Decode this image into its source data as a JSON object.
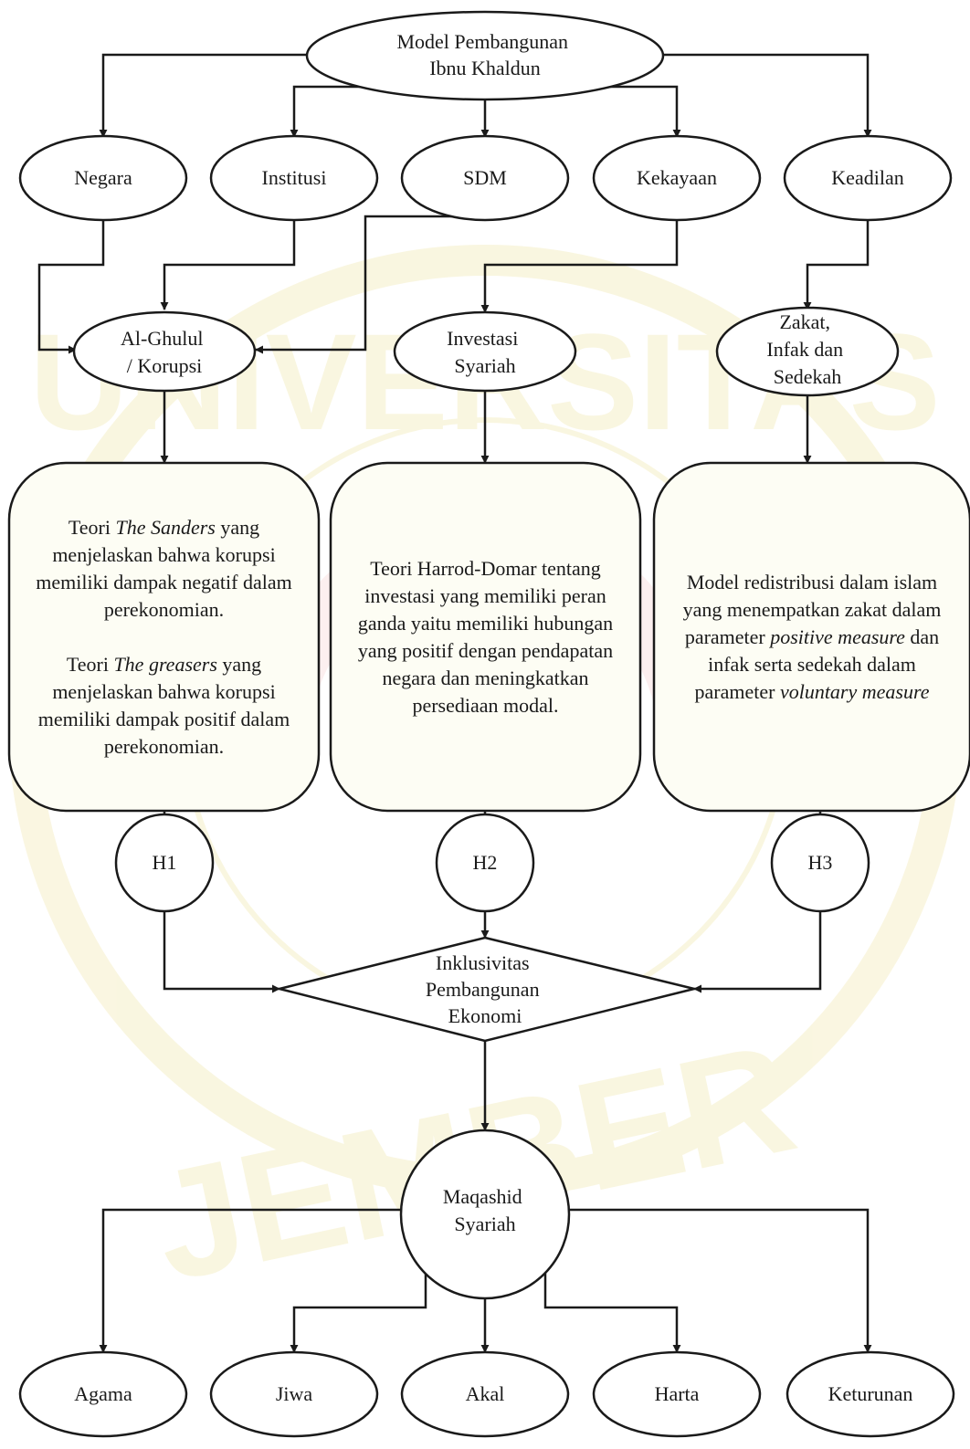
{
  "watermark": {
    "text_top": "UNIVERSITAS",
    "text_bottom": "JEMBER",
    "color": "#f5efc8",
    "accent": "#fbe3e3"
  },
  "colors": {
    "line": "#1a1a1a",
    "box_fill": "#fdfdf4"
  },
  "nodes": {
    "root": [
      "Model Pembangunan",
      "Ibnu Khaldun"
    ],
    "negara": [
      "Negara"
    ],
    "institusi": [
      "Institusi"
    ],
    "sdm": [
      "SDM"
    ],
    "kekayaan": [
      "Kekayaan"
    ],
    "keadilan": [
      "Keadilan"
    ],
    "ghulul": [
      "Al-Ghulul",
      "/ Korupsi"
    ],
    "investasi": [
      "Investasi",
      "Syariah"
    ],
    "zakat": [
      "Zakat,",
      "Infak dan",
      "Sedekah"
    ],
    "h1": [
      "H1"
    ],
    "h2": [
      "H2"
    ],
    "h3": [
      "H3"
    ],
    "inklusivitas": [
      "Inklusivitas",
      "Pembangunan",
      "Ekonomi"
    ],
    "maqashid": [
      "Maqashid",
      "Syariah"
    ],
    "agama": [
      "Agama"
    ],
    "jiwa": [
      "Jiwa"
    ],
    "akal": [
      "Akal"
    ],
    "harta": [
      "Harta"
    ],
    "keturunan": [
      "Keturunan"
    ]
  },
  "boxes": {
    "left": {
      "p1": {
        "lead": "Teori ",
        "em": "The Sanders",
        "rest": " yang menjelaskan bahwa korupsi memiliki  dampak negatif dalam perekonomian."
      },
      "p2": {
        "lead": "Teori ",
        "em": "The greasers",
        "rest": " yang menjelaskan bahwa korupsi memiliki  dampak positif dalam perekonomian."
      }
    },
    "middle": {
      "text": "Teori Harrod-Domar tentang investasi yang memiliki  peran ganda yaitu memiliki  hubungan yang positif dengan pendapatan negara dan meningkatkan persediaan modal."
    },
    "right": {
      "lead": "Model redistribusi dalam islam yang menempatkan zakat dalam parameter ",
      "em1": "positive measure",
      "mid": " dan infak serta sedekah dalam parameter ",
      "em2": "voluntary measure"
    }
  }
}
